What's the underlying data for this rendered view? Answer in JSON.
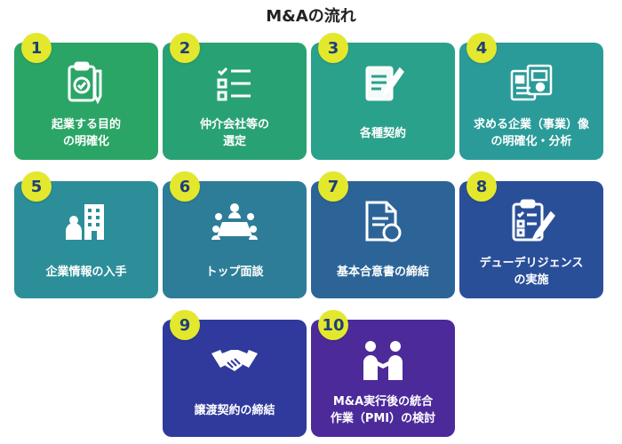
{
  "title": "M&Aの流れ",
  "steps": [
    {
      "number": "1",
      "label": "起業する目的\nの明確化",
      "icon": "clipboard-check-pencil-icon",
      "color": "#2aa565"
    },
    {
      "number": "2",
      "label": "仲介会社等の\n選定",
      "icon": "checklist-icon",
      "color": "#28a274"
    },
    {
      "number": "3",
      "label": "各種契約",
      "icon": "contract-signing-icon",
      "color": "#2aa18a"
    },
    {
      "number": "4",
      "label": "求める企業（事業）像\nの明確化・分析",
      "icon": "documents-chart-icon",
      "color": "#2a9b99"
    },
    {
      "number": "5",
      "label": "企業情報の入手",
      "icon": "person-building-icon",
      "color": "#2c8e98"
    },
    {
      "number": "6",
      "label": "トップ面談",
      "icon": "meeting-table-icon",
      "color": "#2d7d98"
    },
    {
      "number": "7",
      "label": "基本合意書の締結",
      "icon": "document-seal-icon",
      "color": "#2d6497"
    },
    {
      "number": "8",
      "label": "デューデリジェンス\nの実施",
      "icon": "checklist-pen-icon",
      "color": "#2a4f99"
    },
    {
      "number": "9",
      "label": "譲渡契約の締結",
      "icon": "handshake-icon",
      "color": "#2f3a9c"
    },
    {
      "number": "10",
      "label": "M&A実行後の統合\n作業（PMI）の検討",
      "icon": "people-handshake-icon",
      "color": "#4c2a9a"
    }
  ]
}
